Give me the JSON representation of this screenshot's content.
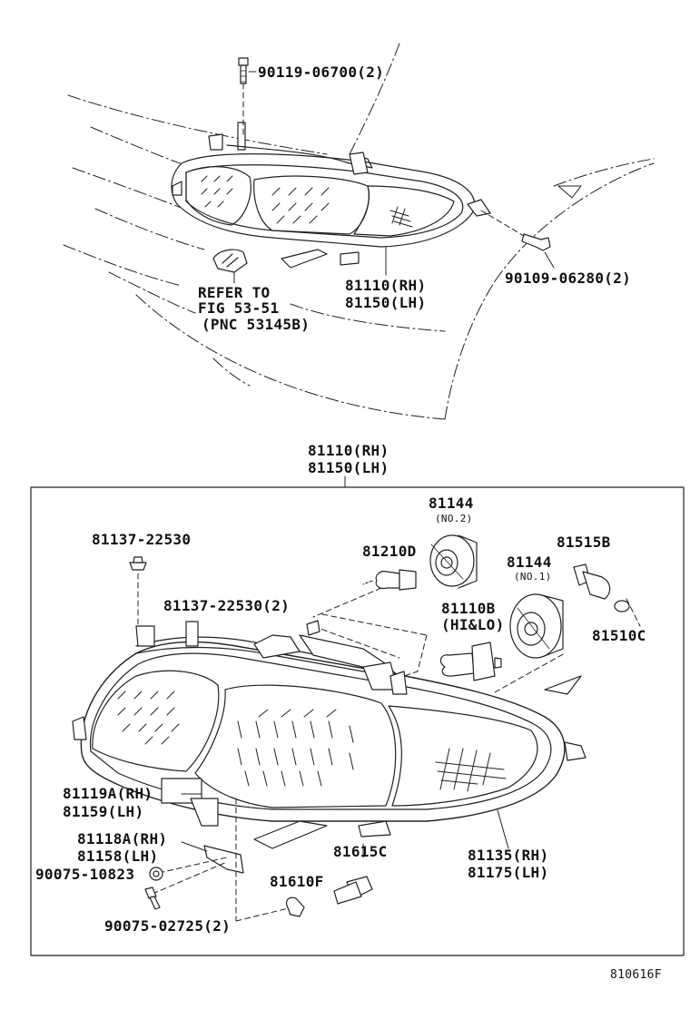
{
  "diagram": {
    "top": {
      "bolt_top": "90119-06700(2)",
      "bolt_right": "90109-06280(2)",
      "refer_1": "REFER TO",
      "refer_2": "FIG 53-51",
      "refer_3": "(PNC 53145B)",
      "assy_rh": "81110(RH)",
      "assy_lh": "81150(LH)"
    },
    "detail": {
      "box_rh": "81110(RH)",
      "box_lh": "81150(LH)",
      "clip_top": "81137-22530",
      "clip_2": "81137-22530(2)",
      "bulb_81210d": "81210D",
      "socket_no2": "81144",
      "socket_no2_sub": "(NO.2)",
      "socket_no1": "81144",
      "socket_no1_sub": "(NO.1)",
      "bulb_81515b": "81515B",
      "bulb_81510c": "81510C",
      "bulb_hilo": "81110B",
      "bulb_hilo_sub": "(HI&LO)",
      "bracket_rh": "81119A(RH)",
      "bracket_lh": "81159(LH)",
      "bracket2_rh": "81118A(RH)",
      "bracket2_lh": "81158(LH)",
      "nut": "90075-10823",
      "screw": "90075-02725(2)",
      "bulb_81610f": "81610F",
      "socket_81615c": "81615C",
      "lens_rh": "81135(RH)",
      "lens_lh": "81175(LH)"
    },
    "figure_code": "810616F"
  }
}
